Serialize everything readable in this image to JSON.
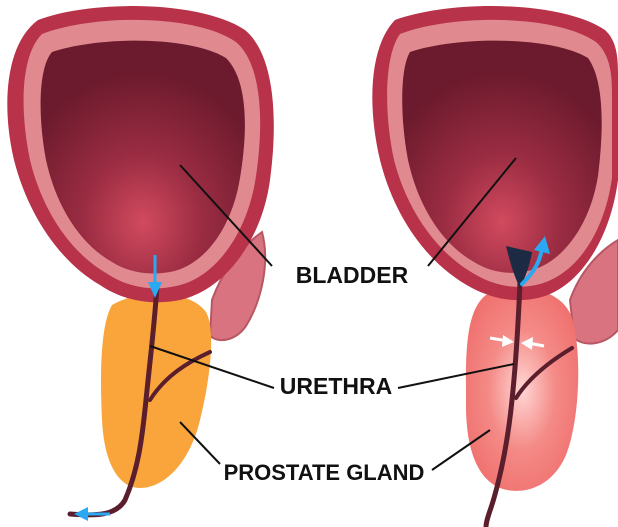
{
  "labels": {
    "bladder": "BLADDER",
    "urethra": "URETHRA",
    "prostate": "PROSTATE GLAND"
  },
  "colors": {
    "bladder_outer": "#b8324a",
    "bladder_rim": "#e08a90",
    "bladder_inner": "#7a1f33",
    "bladder_inner_glow": "#c94358",
    "normal_prostate": "#f9a53c",
    "enlarged_prostate": "#f27b78",
    "seminal_vesicle": "#d9737f",
    "urethra": "#5a1e2c",
    "flow_arrow": "#2aa8f2",
    "pointer_line": "#111111"
  },
  "icons": {
    "flow_arrow_left": "arrow-down-icon",
    "flow_out_left": "arrow-left-icon",
    "backflow_right": "arrow-curve-up-icon",
    "compression_right": "arrows-inward-icon"
  }
}
